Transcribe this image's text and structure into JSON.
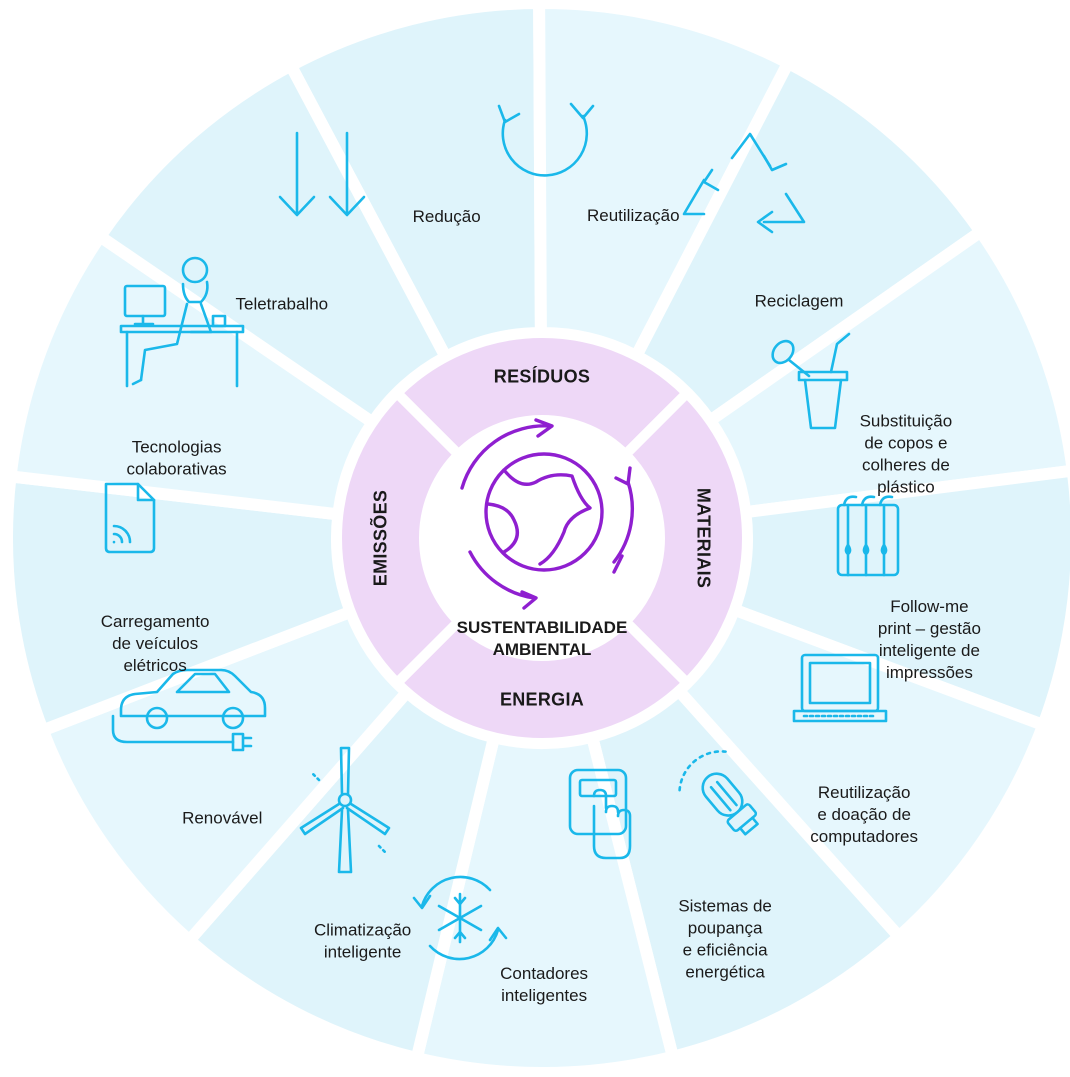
{
  "colors": {
    "segment_fills": [
      "#dff4fb",
      "#e6f7fd"
    ],
    "category_ring": "#eed8f7",
    "icon_stroke": "#1ab8ea",
    "globe_stroke": "#8f1fd0",
    "separator": "#ffffff"
  },
  "center": {
    "line1": "SUSTENTABILIDADE",
    "line2": "AMBIENTAL",
    "icon": "globe-cycle-icon"
  },
  "categories": [
    {
      "label": "RESÍDUOS"
    },
    {
      "label": "MATERIAIS"
    },
    {
      "label": "ENERGIA"
    },
    {
      "label": "EMISSÕES"
    }
  ],
  "segments": [
    {
      "lines": [
        "Redução"
      ],
      "icon": "down-arrows-icon"
    },
    {
      "lines": [
        "Reutilização"
      ],
      "icon": "cycle-arrows-icon"
    },
    {
      "lines": [
        "Reciclagem"
      ],
      "icon": "recycle-icon"
    },
    {
      "lines": [
        "Substituição",
        "de copos e",
        "colheres de",
        "plástico"
      ],
      "icon": "cup-spoon-icon"
    },
    {
      "lines": [
        "Follow-me",
        "print – gestão",
        "inteligente de",
        "impressões"
      ],
      "icon": "printer-ink-icon"
    },
    {
      "lines": [
        "Reutilização",
        "e doação de",
        "computadores"
      ],
      "icon": "laptop-icon"
    },
    {
      "lines": [
        "Sistemas de",
        "poupança",
        "e eficiência",
        "energética"
      ],
      "icon": "led-bulb-icon"
    },
    {
      "lines": [
        "Contadores",
        "inteligentes"
      ],
      "icon": "smart-meter-icon"
    },
    {
      "lines": [
        "Climatização",
        "inteligente"
      ],
      "icon": "snowflake-cycle-icon"
    },
    {
      "lines": [
        "Renovável"
      ],
      "icon": "wind-turbine-icon"
    },
    {
      "lines": [
        "Carregamento",
        "de veículos",
        "elétricos"
      ],
      "icon": "electric-car-icon"
    },
    {
      "lines": [
        "Tecnologias",
        "colaborativas"
      ],
      "icon": "remote-document-icon"
    },
    {
      "lines": [
        "Teletrabalho"
      ],
      "icon": "remote-worker-icon"
    }
  ]
}
